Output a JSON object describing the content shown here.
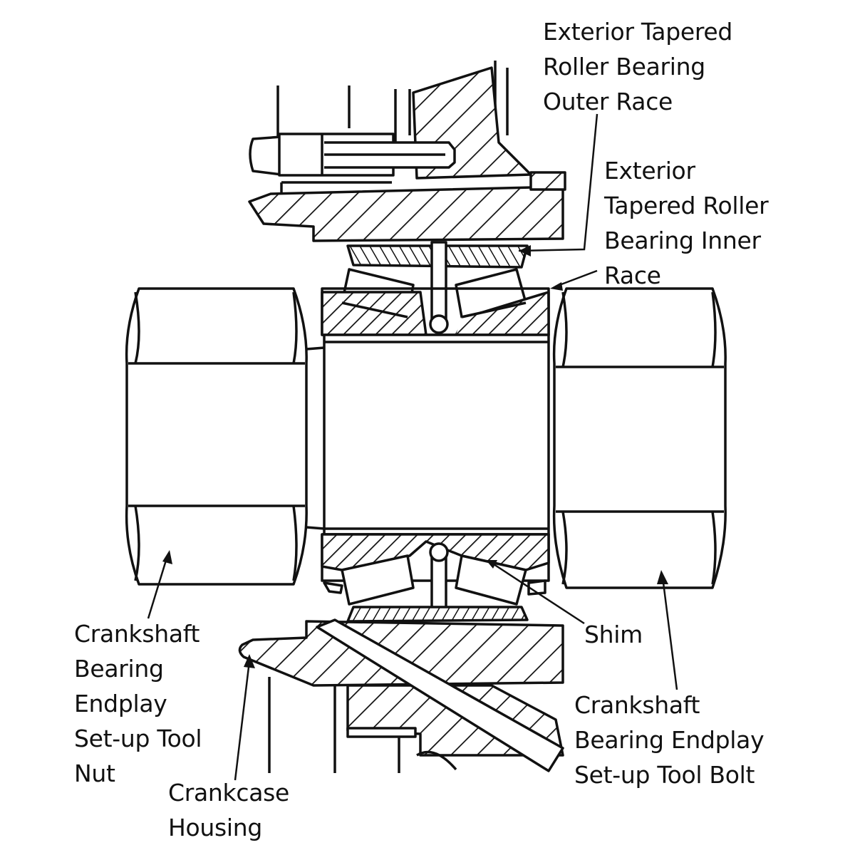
{
  "colors": {
    "ink": "#111111",
    "paper": "#ffffff"
  },
  "labels": {
    "outer_race": [
      "Exterior Tapered",
      "Roller Bearing",
      "Outer Race"
    ],
    "inner_race": [
      "Exterior",
      "Tapered Roller",
      "Bearing Inner",
      "Race"
    ],
    "shim": [
      "Shim"
    ],
    "tool_nut": [
      "Crankshaft",
      "Bearing",
      "Endplay",
      "Set-up Tool",
      "Nut"
    ],
    "crankcase_housing": [
      "Crankcase",
      "Housing"
    ],
    "tool_bolt": [
      "Crankshaft",
      "Bearing Endplay",
      "Set-up Tool Bolt"
    ]
  }
}
